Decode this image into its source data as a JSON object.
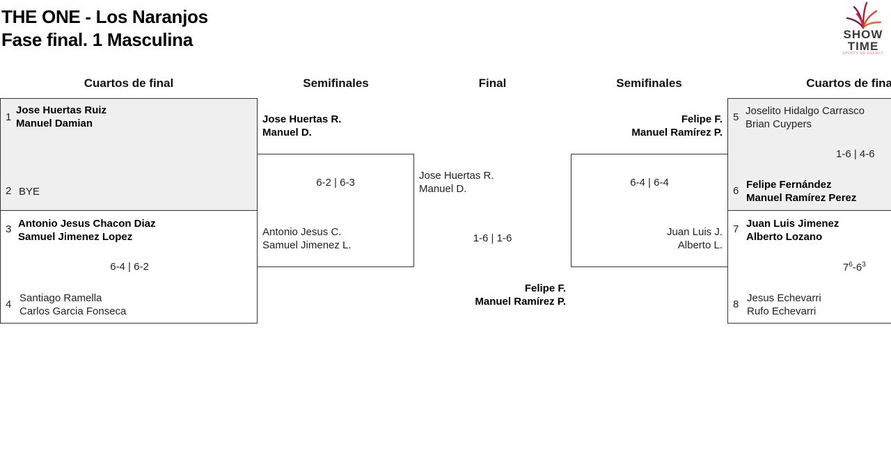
{
  "header": {
    "title_line1": "THE ONE - Los Naranjos",
    "title_line2": "Fase final. 1 Masculina"
  },
  "logo": {
    "line1": "SHOW",
    "line2": "TIME",
    "subtext": "SPORTS MK AGENCY"
  },
  "columns": {
    "qf_left": "Cuartos de final",
    "sf_left": "Semifinales",
    "final": "Final",
    "sf_right": "Semifinales",
    "qf_right": "Cuartos de final"
  },
  "qf_left": {
    "m1": {
      "t1": {
        "seed": "1",
        "p1": "Jose Huertas Ruiz",
        "p2": "Manuel Damian"
      },
      "t2": {
        "seed": "2",
        "p1": "BYE"
      }
    },
    "m2": {
      "t1": {
        "seed": "3",
        "p1": "Antonio Jesus Chacon Diaz",
        "p2": "Samuel Jimenez Lopez"
      },
      "t2": {
        "seed": "4",
        "p1": "Santiago Ramella",
        "p2": "Carlos Garcia Fonseca"
      },
      "score": "6-4 | 6-2"
    }
  },
  "sf_left": {
    "t1": {
      "p1": "Jose Huertas R.",
      "p2": "Manuel D."
    },
    "t2": {
      "p1": "Antonio Jesus C.",
      "p2": "Samuel Jimenez L."
    },
    "score": "6-2 | 6-3"
  },
  "final": {
    "t1": {
      "p1": "Jose Huertas R.",
      "p2": "Manuel D."
    },
    "score": "1-6 | 1-6",
    "winner": {
      "p1": "Felipe F.",
      "p2": "Manuel Ramírez P."
    }
  },
  "sf_right": {
    "t1": {
      "p1": "Felipe F.",
      "p2": "Manuel Ramírez P."
    },
    "t2": {
      "p1": "Juan Luis J.",
      "p2": "Alberto L."
    },
    "score": "6-4 | 6-4"
  },
  "qf_right": {
    "m1": {
      "t1": {
        "seed": "5",
        "p1": "Joselito Hidalgo Carrasco",
        "p2": "Brian Cuypers"
      },
      "t2": {
        "seed": "6",
        "p1": "Felipe Fernández",
        "p2": "Manuel Ramírez Perez"
      },
      "score": "1-6 | 4-6"
    },
    "m2": {
      "t1": {
        "seed": "7",
        "p1": "Juan Luis Jimenez",
        "p2": "Alberto Lozano"
      },
      "t2": {
        "seed": "8",
        "p1": "Jesus Echevarri",
        "p2": "Rufo Echevarri"
      },
      "score": {
        "a": "7",
        "a_sup": "6",
        "sep": "-",
        "b": "6",
        "b_sup": "3"
      }
    }
  },
  "colors": {
    "box_border": "#333333",
    "winner_shade": "#efefef",
    "logo_red": "#a0142e"
  }
}
